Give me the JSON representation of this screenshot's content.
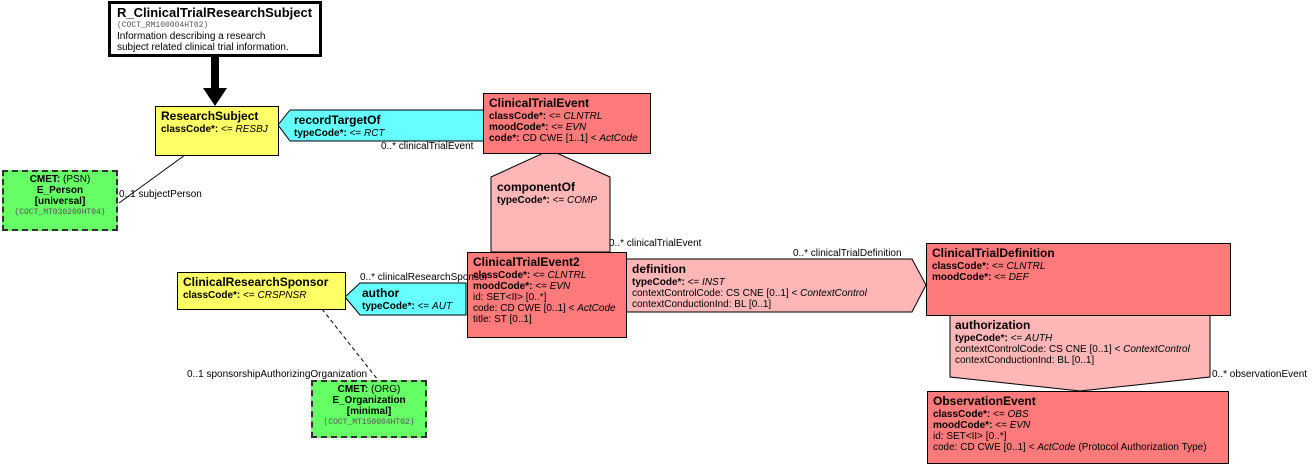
{
  "header_box": {
    "title": "R_ClinicalTrialResearchSubject",
    "id": "(COCT_RM100004HT02)",
    "desc1": "Information describing a research",
    "desc2": "subject related clinical trial information."
  },
  "research_subject": {
    "title": "ResearchSubject",
    "attr_name": "classCode",
    "attr_val": "RESBJ"
  },
  "record_target_of": {
    "title": "recordTargetOf",
    "attr_name": "typeCode",
    "attr_val": "RCT"
  },
  "clinical_trial_event": {
    "title": "ClinicalTrialEvent",
    "class_name": "classCode",
    "class_val": "CLNTRL",
    "mood_name": "moodCode",
    "mood_val": "EVN",
    "code_name": "code",
    "code_type": "CD CWE [1..1] <",
    "code_val": "ActCode"
  },
  "component_of": {
    "title": "componentOf",
    "attr_name": "typeCode",
    "attr_val": "COMP"
  },
  "clinical_trial_event2": {
    "title": "ClinicalTrialEvent2",
    "class_name": "classCode",
    "class_val": "CLNTRL",
    "mood_name": "moodCode",
    "mood_val": "EVN",
    "id_row": "id: SET<II> [0..*]",
    "code_pre": "code: CD CWE [0..1] <",
    "code_val": "ActCode",
    "title_row": "title: ST [0..1]"
  },
  "definition": {
    "title": "definition",
    "attr_name": "typeCode",
    "attr_val": "INST",
    "row1_pre": "contextControlCode: CS CNE [0..1] <",
    "row1_val": "ContextControl",
    "row2": "contextConductionInd: BL [0..1]"
  },
  "clinical_trial_definition": {
    "title": "ClinicalTrialDefinition",
    "class_name": "classCode",
    "class_val": "CLNTRL",
    "mood_name": "moodCode",
    "mood_val": "DEF"
  },
  "authorization": {
    "title": "authorization",
    "attr_name": "typeCode",
    "attr_val": "AUTH",
    "row1_pre": "contextControlCode: CS CNE [0..1] <",
    "row1_val": "ContextControl",
    "row2": "contextConductionInd: BL [0..1]"
  },
  "observation_event": {
    "title": "ObservationEvent",
    "class_name": "classCode",
    "class_val": "OBS",
    "mood_name": "moodCode",
    "mood_val": "EVN",
    "id_row": "id: SET<II> [0..*]",
    "code_pre": "code: CD CWE [0..1] <",
    "code_val": "ActCode",
    "code_post": "(Protocol Authorization Type)"
  },
  "clinical_research_sponsor": {
    "title": "ClinicalResearchSponsor",
    "attr_name": "classCode",
    "attr_val": "CRSPNSR"
  },
  "author": {
    "title": "author",
    "attr_name": "typeCode",
    "attr_val": "AUT"
  },
  "cmet_person": {
    "cmet_label": "CMET:",
    "cmet_type": "(PSN)",
    "name": "E_Person",
    "variant": "[universal]",
    "id": "(COCT_MT030200HT04)"
  },
  "cmet_org": {
    "cmet_label": "CMET:",
    "cmet_type": "(ORG)",
    "name": "E_Organization",
    "variant": "[minimal]",
    "id": "(COCT_MT150004HT02)"
  },
  "labels": {
    "clinical_trial_event_1": "0..* clinicalTrialEvent",
    "subject_person": "0..1 subjectPerson",
    "clinical_trial_event_2": "0..* clinicalTrialEvent",
    "clinical_trial_definition": "0..* clinicalTrialDefinition",
    "clinical_research_sponsor": "0..* clinicalResearchSponsor",
    "sponsorship_org": "0..1 sponsorshipAuthorizingOrganization",
    "observation_event": "0..* observationEvent"
  },
  "symbols": {
    "mandatory": "*:",
    "assign": "<="
  },
  "colors": {
    "entity": "#ffff66",
    "act": "#ff7a7a",
    "act_relationship": "#ffb6b6",
    "participation": "#66ffff",
    "cmet": "#66ff66"
  }
}
